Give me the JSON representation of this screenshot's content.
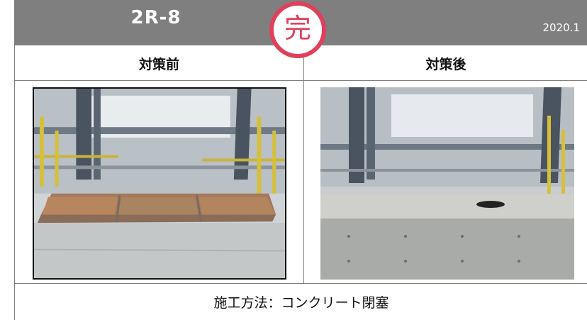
{
  "header": {
    "code": "2R-8",
    "date": "2020.1",
    "status_badge": "完"
  },
  "columns": {
    "before_label": "対策前",
    "after_label": "対策後"
  },
  "photos": {
    "before_icon": "photo-before-rusted-steel-plates",
    "after_icon": "photo-after-concrete-closure"
  },
  "note": {
    "method": "施工方法：コンクリート閉塞"
  },
  "colors": {
    "header_bg": "#7f7f7f",
    "badge_accent": "#e0405b",
    "border": "#7f7f7f"
  }
}
